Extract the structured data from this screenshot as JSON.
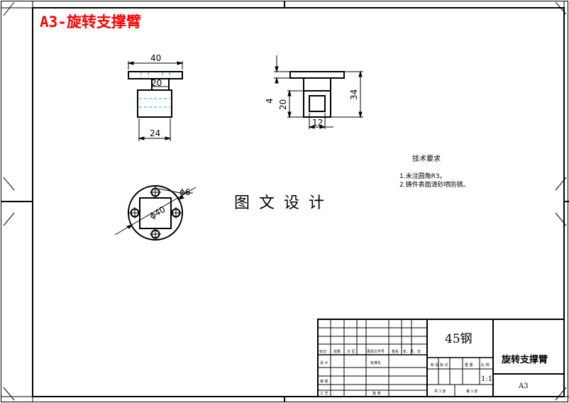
{
  "header": {
    "title": "A3-旋转支撑臂",
    "title_color": "#ff0000"
  },
  "watermark": "图 文 设 计",
  "technical_requirements": {
    "heading": "技术要求",
    "items": [
      "1.未注圆角R3。",
      "2.铸件表面清砂喷防锈。"
    ]
  },
  "views": {
    "front": {
      "dims": {
        "overall_width": "40",
        "neck_width": "20",
        "body_width": "24"
      }
    },
    "side": {
      "dims": {
        "top": "4",
        "height_20": "20",
        "overall_height": "34",
        "base_width": "12"
      }
    },
    "top": {
      "dims": {
        "hole_dia": "ϕ6",
        "circle_dia": "ϕ40"
      }
    }
  },
  "title_block": {
    "material": "45钢",
    "part_name": "旋转支撑臂",
    "scale": "1:1",
    "sheet_size": "A3",
    "labels": {
      "marking": "标记",
      "count": "处数",
      "zone": "分 区",
      "change_doc": "更改文件号",
      "sign": "签名",
      "date": "年、月、日",
      "design": "设 计",
      "standardize": "标准化",
      "check": "审 核",
      "process": "工 艺",
      "approve": "批 准",
      "stage_mark": "阶 段 标 记",
      "weight": "重 量",
      "ratio": "比 例",
      "total_sheets": "共 1 张",
      "sheet_no": "第 1 张"
    }
  }
}
